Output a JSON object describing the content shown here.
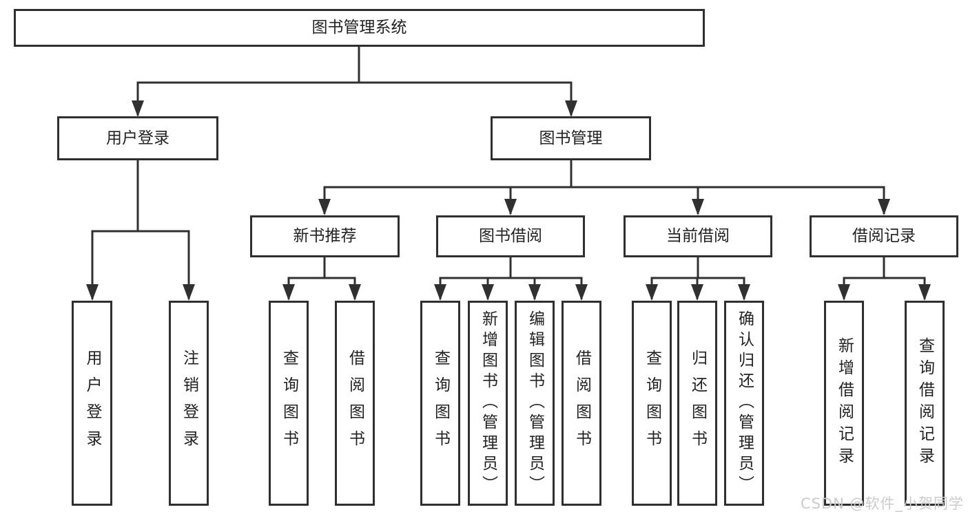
{
  "watermark": "CSDN @软件_小贺同学",
  "colors": {
    "line": "#303030",
    "box_border": "#2f2f2f",
    "box_fill": "#ffffff",
    "text": "#222222",
    "watermark": "#cbcbcb",
    "background": "#ffffff"
  },
  "tree": {
    "root": {
      "label": "图书管理系统"
    },
    "login": {
      "label": "用户登录",
      "children": [
        {
          "label": "用户登录"
        },
        {
          "label": "注销登录"
        }
      ]
    },
    "management": {
      "label": "图书管理",
      "sections": [
        {
          "label": "新书推荐",
          "children": [
            {
              "label": "查询图书"
            },
            {
              "label": "借阅图书"
            }
          ]
        },
        {
          "label": "图书借阅",
          "children": [
            {
              "label": "查询图书"
            },
            {
              "label": "新增图书（管理员）"
            },
            {
              "label": "编辑图书（管理员）"
            },
            {
              "label": "借阅图书"
            }
          ]
        },
        {
          "label": "当前借阅",
          "children": [
            {
              "label": "查询图书"
            },
            {
              "label": "归还图书"
            },
            {
              "label": "确认归还（管理员）"
            }
          ]
        },
        {
          "label": "借阅记录",
          "children": [
            {
              "label": "新增借阅记录"
            },
            {
              "label": "查询借阅记录"
            }
          ]
        }
      ]
    }
  }
}
